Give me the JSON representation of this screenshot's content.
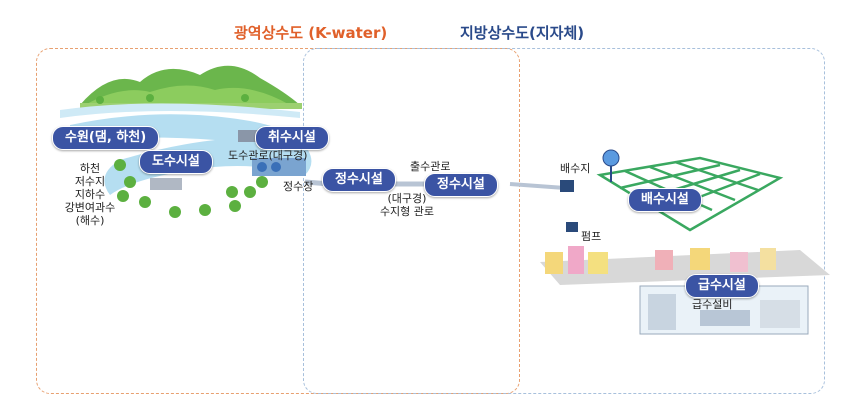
{
  "titles": {
    "regional": "광역상수도 (K-water)",
    "local": "지방상수도(지자체)"
  },
  "pills": {
    "source": "수원(댐, 하천)",
    "intake": "취수시설",
    "conveyance": "도수시설",
    "treatment_left": "정수시설",
    "treatment_right": "정수시설",
    "distribution": "배수시설",
    "supply": "급수시설"
  },
  "labels": {
    "source_list": [
      "하천",
      "저수지",
      "지하수",
      "강변여과수",
      "(해수)"
    ],
    "conveyance_pipe": "도수관로(대구경)",
    "treatment_plant": "정수장",
    "outlet_pipe": "출수관로",
    "trunk_pipe": [
      "(대구경)",
      "수지형 관로"
    ],
    "reservoir": "배수지",
    "pump": "펌프",
    "supply_equipment": "급수설비"
  },
  "colors": {
    "regional_border": "#e8a070",
    "regional_title": "#e0602a",
    "local_border": "#a8c0dc",
    "local_title": "#2a4a8a",
    "pill": "#3b54a4",
    "grid": "#3aa860",
    "water": "#a8d8ee"
  }
}
